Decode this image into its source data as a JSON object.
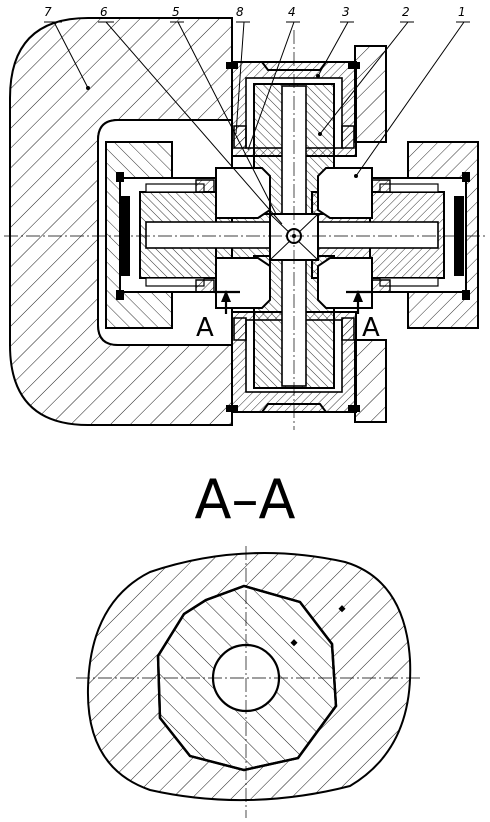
{
  "callouts": [
    "7",
    "6",
    "5",
    "8",
    "4",
    "3",
    "2",
    "1"
  ],
  "section_marks": [
    "A",
    "A"
  ],
  "section_title": "A–A"
}
